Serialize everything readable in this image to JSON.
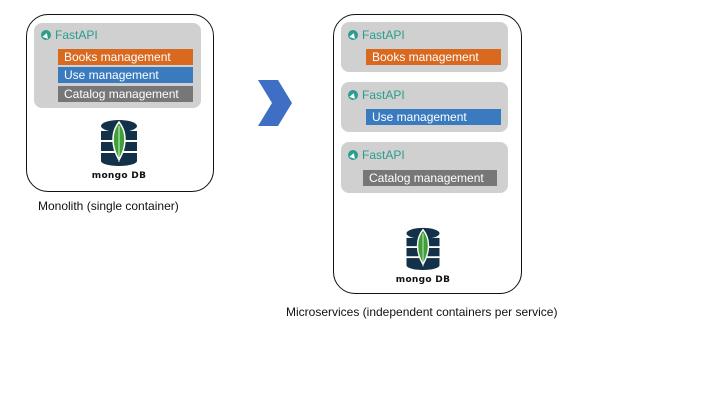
{
  "monolith": {
    "fastapi_label": "FastAPI",
    "services": [
      "Books management",
      "Use management",
      "Catalog management"
    ],
    "db_label": "mongo DB",
    "caption": "Monolith (single container)"
  },
  "microservices": {
    "groups": [
      {
        "fastapi_label": "FastAPI",
        "service": "Books management"
      },
      {
        "fastapi_label": "FastAPI",
        "service": "Use management"
      },
      {
        "fastapi_label": "FastAPI",
        "service": "Catalog management"
      }
    ],
    "db_label": "mongo DB",
    "caption": "Microservices (independent containers per service)"
  },
  "colors": {
    "books": "#d9691f",
    "use": "#3a7bbf",
    "catalog": "#777777",
    "fastapi": "#2a9d8f",
    "mongo_db": "#13324a",
    "mongo_leaf": "#3fa037",
    "arrow": "#3f6fc4"
  },
  "icons": [
    "fastapi-logo-icon",
    "mongodb-database-icon",
    "chevron-right-arrow-icon"
  ]
}
